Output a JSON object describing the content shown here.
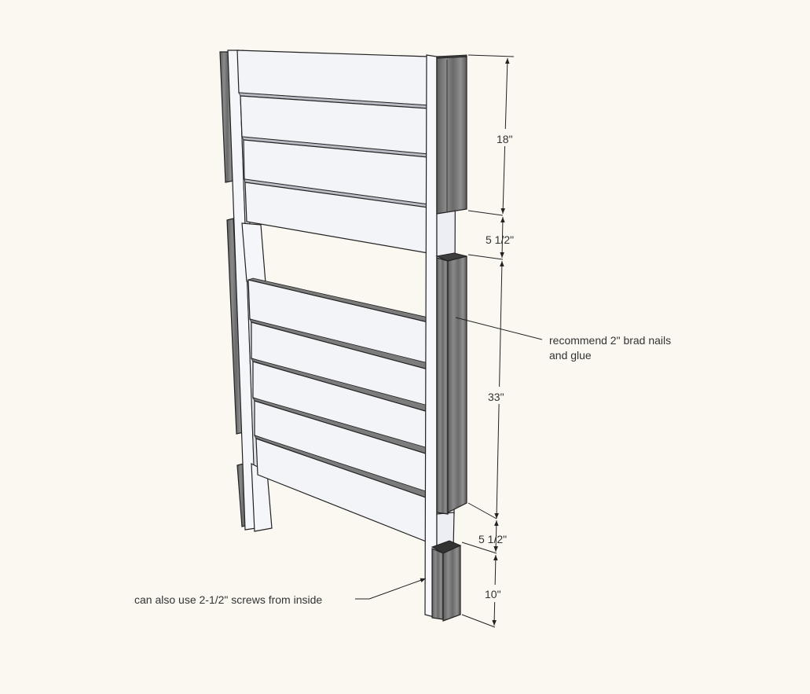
{
  "dimensions": {
    "top_section": "18\"",
    "gap_upper": "5 1/2\"",
    "middle_section": "33\"",
    "gap_lower": "5 1/2\"",
    "bottom_section": "10\""
  },
  "annotations": {
    "nails_line1": "recommend 2\" brad nails",
    "nails_line2": "and glue",
    "screws": "can also use 2-1/2\" screws from inside"
  },
  "colors": {
    "background": "#fbf8f1",
    "board_face": "#eef1f7",
    "board_edge": "#b9bcc4",
    "dark_block": "#6e6e6e",
    "line": "#222222"
  }
}
